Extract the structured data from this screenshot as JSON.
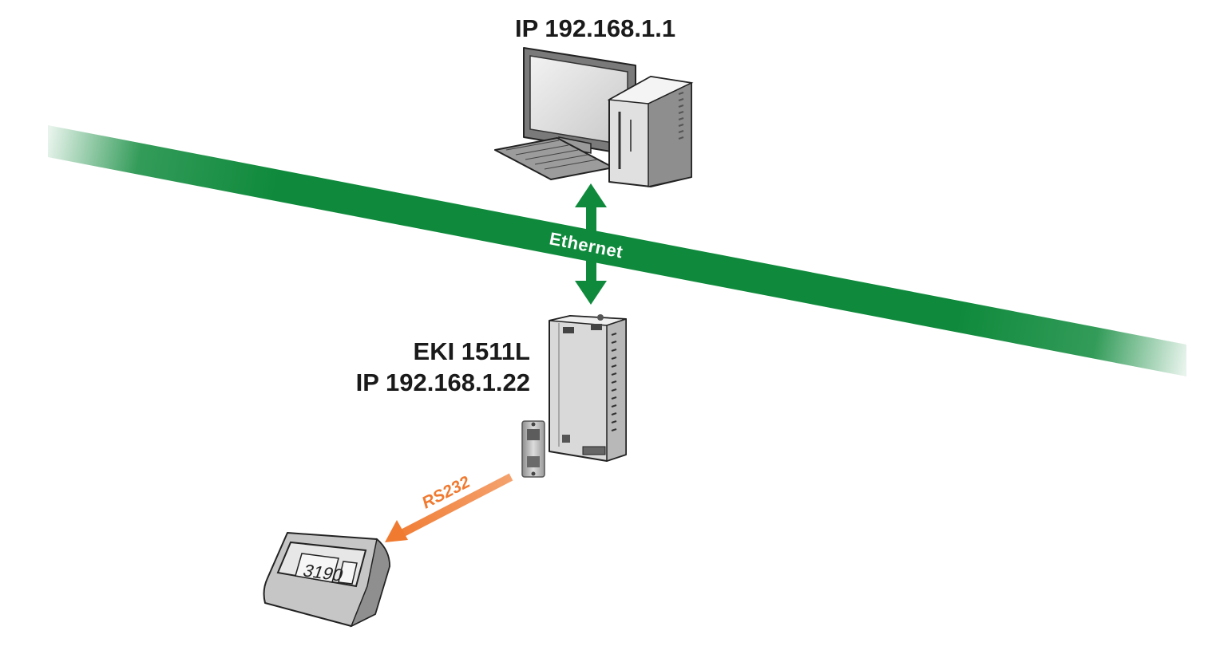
{
  "pc": {
    "ip_label": "IP 192.168.1.1",
    "icon": "desktop-computer-icon"
  },
  "network": {
    "label": "Ethernet",
    "color": "#0f8a3c"
  },
  "converter": {
    "model": "EKI 1511L",
    "ip_label": "IP 192.168.1.22",
    "icon": "serial-device-server-icon"
  },
  "serial_link": {
    "label": "RS232",
    "color": "#f07a30"
  },
  "display": {
    "reading": "3190",
    "icon": "weighing-indicator-icon"
  }
}
